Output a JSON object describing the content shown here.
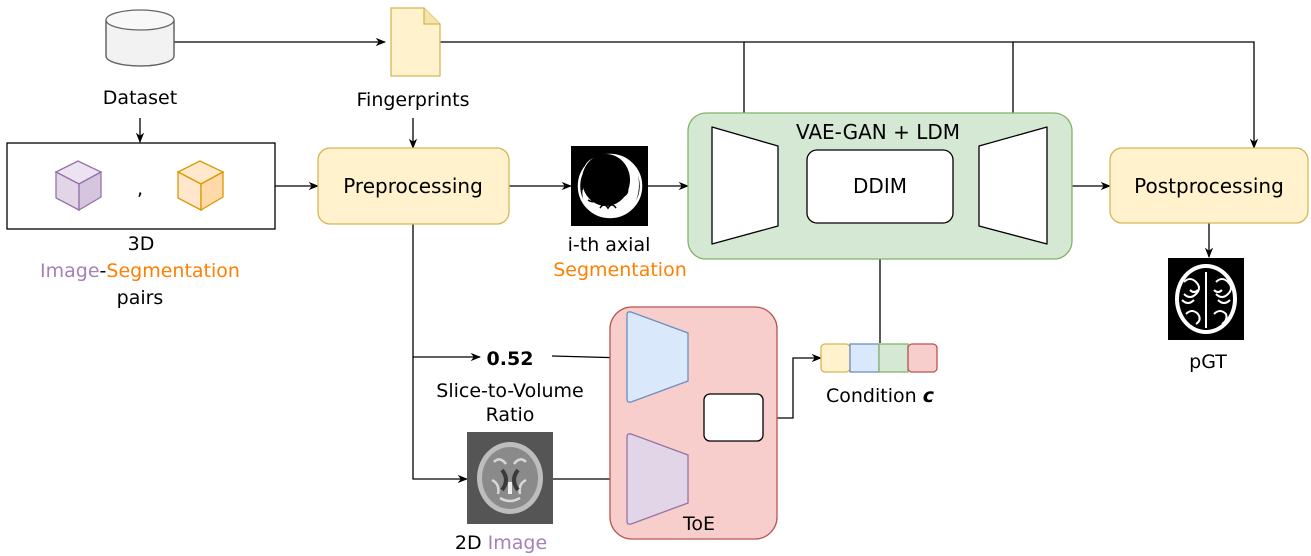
{
  "colors": {
    "yellow_fill": "#fff2cc",
    "yellow_stroke": "#d6b656",
    "green_fill": "#d5e8d4",
    "green_stroke": "#82b366",
    "red_fill": "#f8cecc",
    "red_stroke": "#b85450",
    "blue_fill": "#dae8fc",
    "blue_stroke": "#6c8ebf",
    "purple_fill": "#e1d5e7",
    "purple_stroke": "#9673a6",
    "purple_text": "#a680b8",
    "orange_text": "#ff8000"
  },
  "icons": [
    "database-icon",
    "document-icon",
    "cube-icon",
    "brain-segmentation-icon",
    "brain-mri-icon",
    "brain-pgt-icon"
  ],
  "dataset": {
    "label": "Dataset"
  },
  "fingerprints": {
    "label": "Fingerprints"
  },
  "pairs": {
    "separator": ",",
    "line1": "3D",
    "word_image": "Image",
    "dash": "-",
    "word_segmentation": "Segmentation",
    "line3": "pairs"
  },
  "preprocessing": {
    "label": "Preprocessing"
  },
  "axial": {
    "line1": "i-th axial",
    "line2": "Segmentation"
  },
  "vae": {
    "title": "VAE-GAN + LDM",
    "ddim": "DDIM"
  },
  "postprocessing": {
    "label": "Postprocessing"
  },
  "pgt": {
    "label": "pGT"
  },
  "ratio": {
    "value": "0.52",
    "line1": "Slice-to-Volume",
    "line2": "Ratio"
  },
  "image2d": {
    "prefix": "2D",
    "word_image": "Image"
  },
  "toe": {
    "label": "ToE"
  },
  "condition": {
    "label": "Condition",
    "symbol": "c"
  }
}
